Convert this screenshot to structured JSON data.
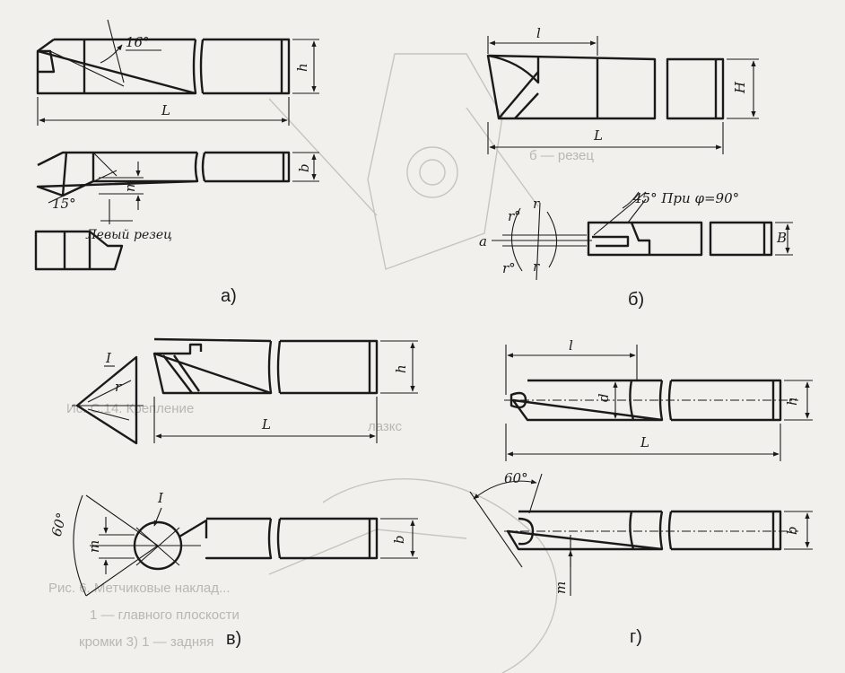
{
  "panels": [
    {
      "id": "a",
      "caption": "а)",
      "labels": {
        "angle_top": "16°",
        "height": "h",
        "length": "L",
        "width": "b",
        "m": "m",
        "angle_bottom": "15°",
        "note": "Левый резец"
      }
    },
    {
      "id": "b",
      "caption": "б)",
      "labels": {
        "head_length": "l",
        "height": "H",
        "length": "L",
        "note_angle": "45° При φ=90°",
        "r_top": "r°",
        "r_letter": "r",
        "a": "a",
        "r_bottom": "r°",
        "r_bottom_letter": "r",
        "width": "B"
      }
    },
    {
      "id": "v",
      "caption": "в)",
      "labels": {
        "view_mark": "I",
        "r": "r",
        "height": "h",
        "length": "L",
        "angle": "60°",
        "m": "m",
        "view_mark_bottom": "I",
        "width": "b"
      }
    },
    {
      "id": "g",
      "caption": "г)",
      "labels": {
        "head_length": "l",
        "d": "d",
        "height": "h",
        "length": "L",
        "angle": "60°",
        "width": "b",
        "m": "m"
      }
    }
  ],
  "background_text": [
    "Ис. С.14. Крепление",
    "лазкс",
    "б — резец",
    "Рис.   6.  Метчиковые  наклад...",
    "1 — главного плоскости",
    "кромки  3) 1 — задняя"
  ]
}
